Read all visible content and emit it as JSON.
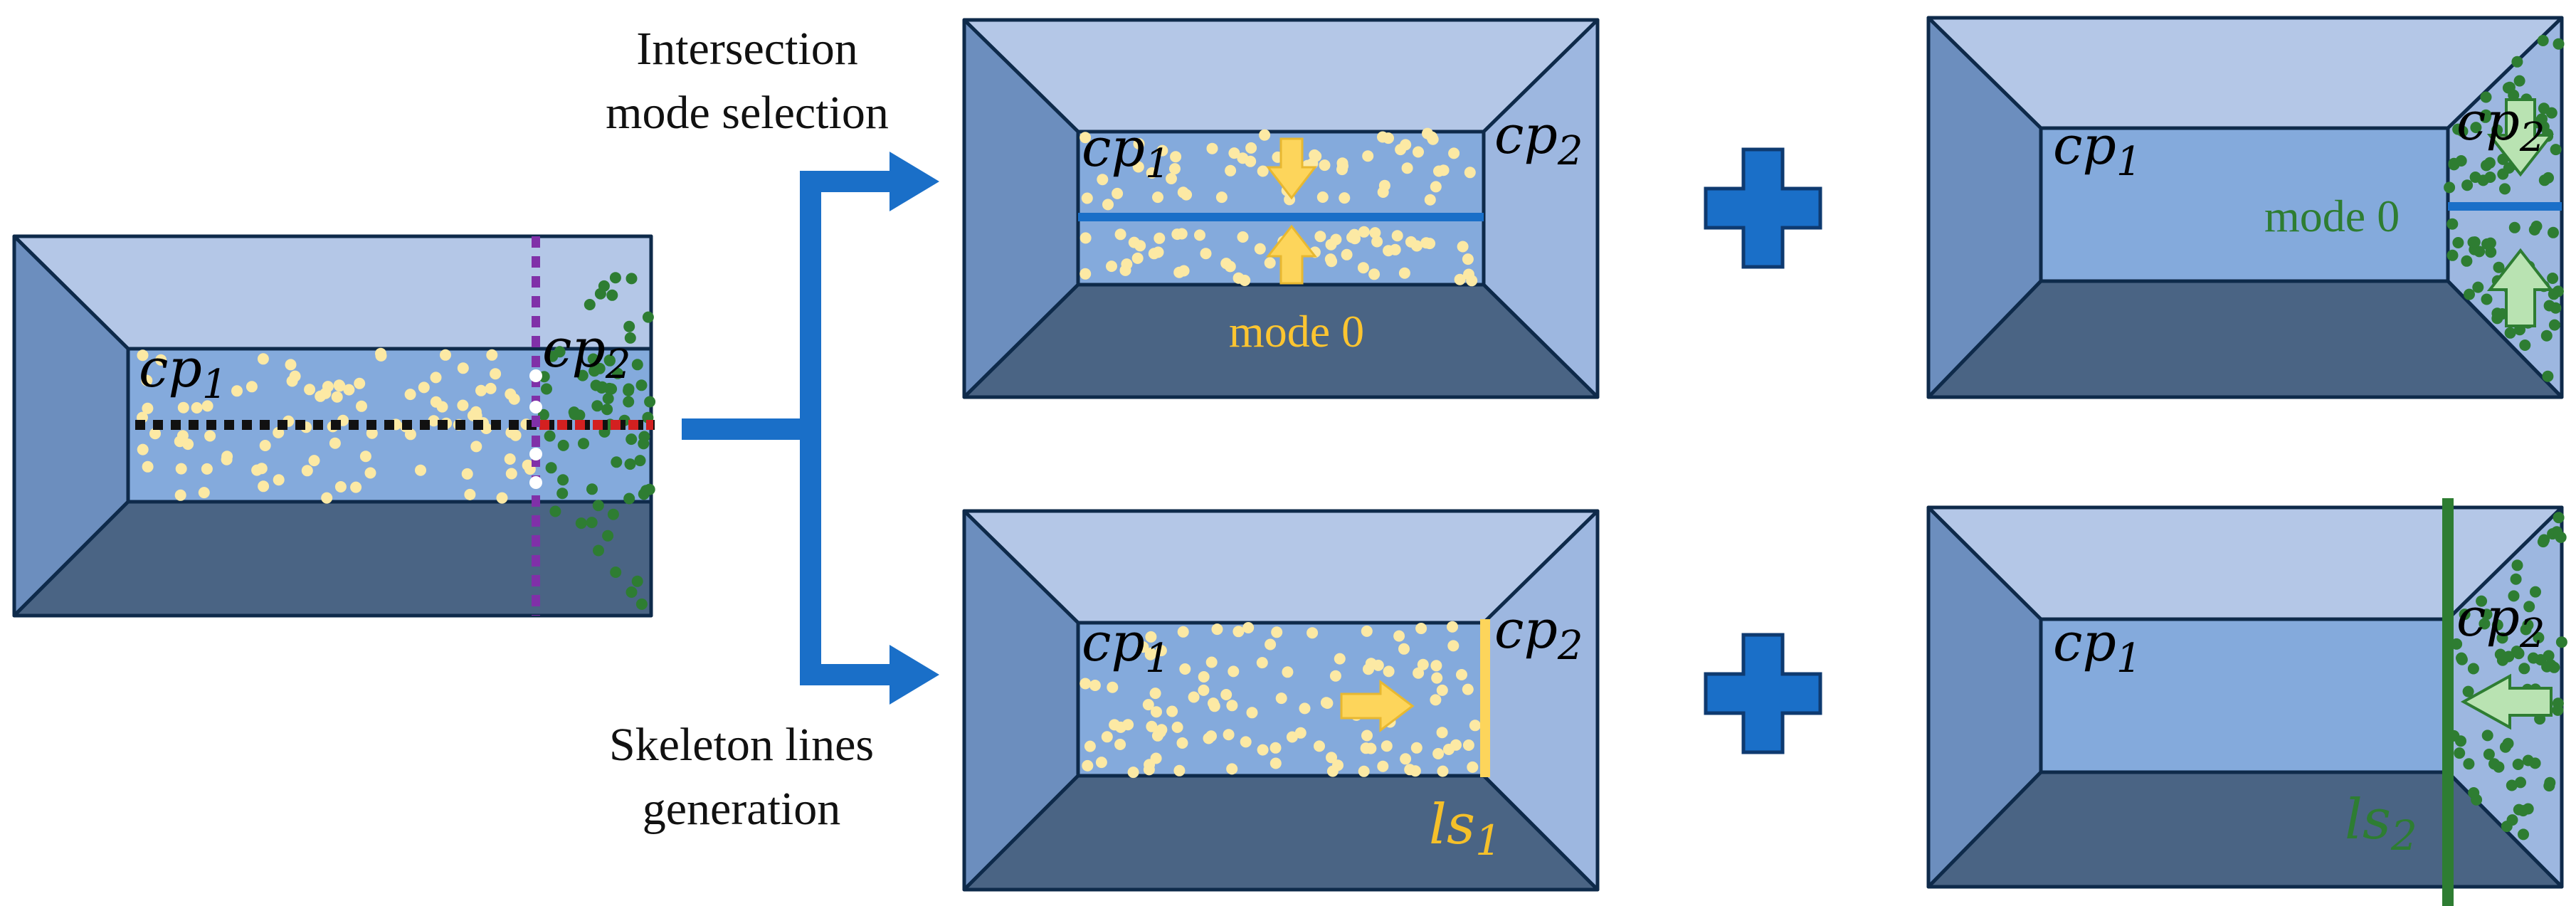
{
  "step_labels": {
    "top_line1": "Intersection",
    "top_line2": "mode selection",
    "bottom_line1": "Skeleton lines",
    "bottom_line2": "generation"
  },
  "boxes": {
    "input": {
      "cp1": "cp",
      "cp1_sub": "1",
      "cp2": "cp",
      "cp2_sub": "2"
    },
    "mode_yellow": {
      "cp1": "cp",
      "cp1_sub": "1",
      "cp2": "cp",
      "cp2_sub": "2",
      "mode_label": "mode 0"
    },
    "mode_green": {
      "cp1": "cp",
      "cp1_sub": "1",
      "cp2": "cp",
      "cp2_sub": "2",
      "mode_label": "mode 0"
    },
    "skeleton_yellow": {
      "cp1": "cp",
      "cp1_sub": "1",
      "cp2": "cp",
      "cp2_sub": "2",
      "line_label": "ls",
      "line_sub": "1"
    },
    "skeleton_green": {
      "cp1": "cp",
      "cp1_sub": "1",
      "cp2": "cp",
      "cp2_sub": "2",
      "line_label": "ls",
      "line_sub": "2"
    }
  },
  "colors": {
    "top_face": "#b4c7e7",
    "left_face": "#6c8ebe",
    "right_face": "#9db7e0",
    "bottom_face": "#4a6484",
    "inner_face": "#84aadc",
    "outline": "#0e2a4a",
    "yellow_points": "#fce9a4",
    "green_points": "#2e7d32",
    "yellow_accent": "#fdd55b",
    "green_accent": "#2e7d32",
    "arrow_blue": "#1a6fc8",
    "plus_blue": "#1a6fc8"
  }
}
